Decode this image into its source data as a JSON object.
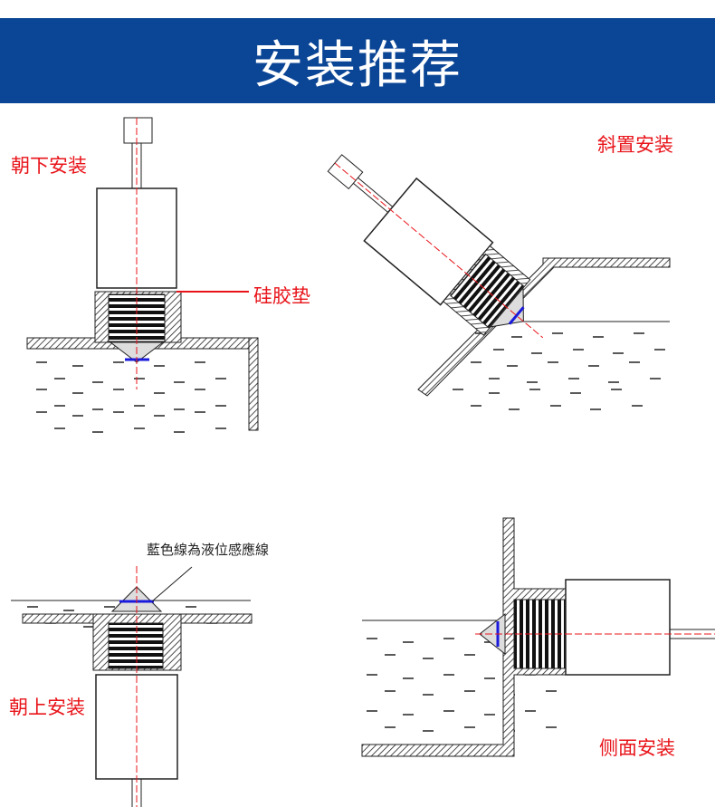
{
  "header": {
    "title": "安装推荐"
  },
  "labels": {
    "down": "朝下安装",
    "gasket": "硅胶垫",
    "tilted": "斜置安装",
    "sensing_note": "藍色線為液位感應線",
    "up": "朝上安装",
    "side": "侧面安装"
  },
  "colors": {
    "banner": "#0b4595",
    "label": "#e8141a",
    "sensing_line": "#1a1adc"
  }
}
